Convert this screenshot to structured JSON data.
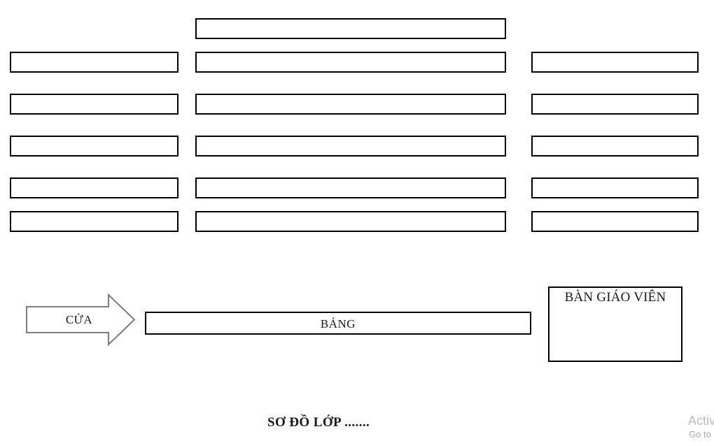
{
  "diagram": {
    "title": "SƠ ĐỒ LỚP .......",
    "door_label": "CỬA",
    "board_label": "BẢNG",
    "teacher_desk_label": "BÀN GIÁO VIÊN",
    "desk_grid": {
      "columns": 3,
      "rows_per_side_column": 5,
      "rows_middle_column": 6,
      "total_desk_boxes": 16
    }
  },
  "watermark": {
    "line1": "Activ",
    "line2": "Go to"
  },
  "colors": {
    "desk_border": "#000000",
    "arrow_stroke": "#7c7c7c",
    "watermark_line1": "#bdbdbd",
    "watermark_line2": "#a9a9a9"
  }
}
